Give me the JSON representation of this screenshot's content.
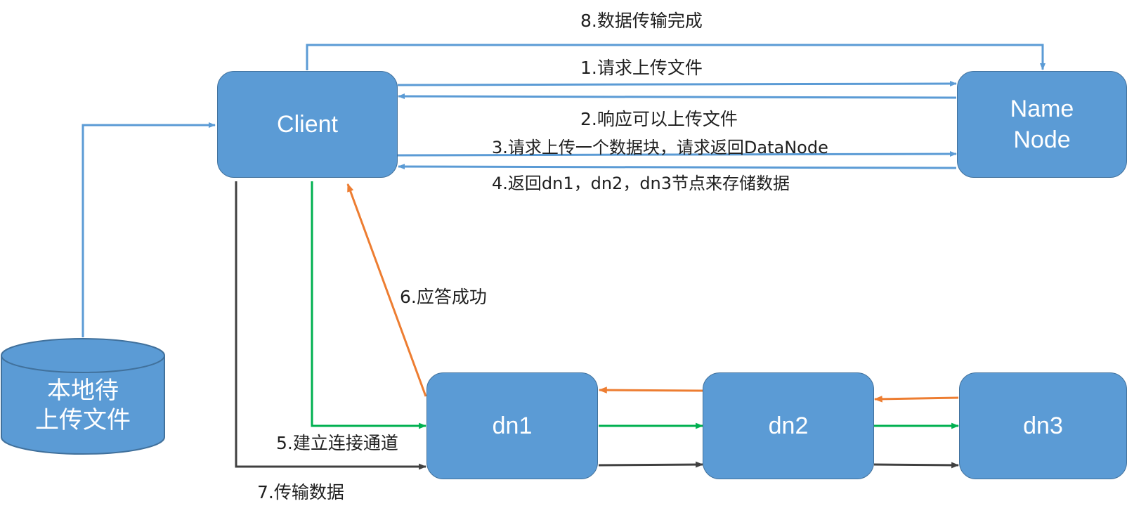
{
  "colors": {
    "node_fill": "#5b9bd5",
    "node_border": "#41719c",
    "blue_arrow": "#5b9bd5",
    "orange_arrow": "#ed7d31",
    "green_arrow": "#00b050",
    "dark_arrow": "#404040"
  },
  "nodes": {
    "client": "Client",
    "namenode_line1": "Name",
    "namenode_line2": "Node",
    "dn1": "dn1",
    "dn2": "dn2",
    "dn3": "dn3",
    "local_file_line1": "本地待",
    "local_file_line2": "上传文件"
  },
  "steps": {
    "s1": "1.请求上传文件",
    "s2": "2.响应可以上传文件",
    "s3": "3.请求上传一个数据块，请求返回DataNode",
    "s4": "4.返回dn1，dn2，dn3节点来存储数据",
    "s5": "5.建立连接通道",
    "s6": "6.应答成功",
    "s7": "7.传输数据",
    "s8": "8.数据传输完成"
  }
}
